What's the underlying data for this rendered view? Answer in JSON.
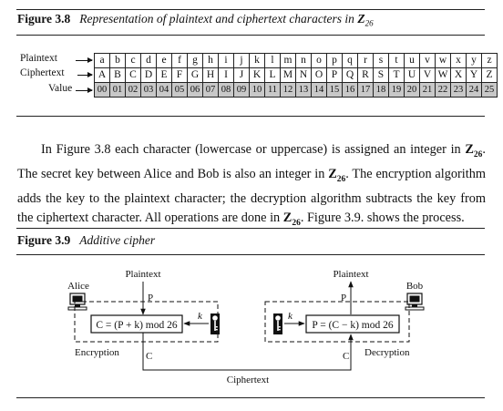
{
  "fig38": {
    "number": "Figure 3.8",
    "caption_text": "Representation of plaintext and ciphertext characters in ",
    "caption_set": "Z",
    "caption_sub": "26"
  },
  "table": {
    "row_labels": [
      "Plaintext",
      "Ciphertext",
      "Value"
    ],
    "plaintext": [
      "a",
      "b",
      "c",
      "d",
      "e",
      "f",
      "g",
      "h",
      "i",
      "j",
      "k",
      "l",
      "m",
      "n",
      "o",
      "p",
      "q",
      "r",
      "s",
      "t",
      "u",
      "v",
      "w",
      "x",
      "y",
      "z"
    ],
    "ciphertext": [
      "A",
      "B",
      "C",
      "D",
      "E",
      "F",
      "G",
      "H",
      "I",
      "J",
      "K",
      "L",
      "M",
      "N",
      "O",
      "P",
      "Q",
      "R",
      "S",
      "T",
      "U",
      "V",
      "W",
      "X",
      "Y",
      "Z"
    ],
    "values": [
      "00",
      "01",
      "02",
      "03",
      "04",
      "05",
      "06",
      "07",
      "08",
      "09",
      "10",
      "11",
      "12",
      "13",
      "14",
      "15",
      "16",
      "17",
      "18",
      "19",
      "20",
      "21",
      "22",
      "23",
      "24",
      "25"
    ]
  },
  "paragraph": {
    "s1": "In Figure 3.8 each character (lowercase or uppercase) is assigned an integer in ",
    "s2": ". The secret key between Alice and Bob is also an integer in ",
    "s3": ". The encryption algorithm adds the key to the plaintext character; the decryption algorithm subtracts the key from the ciphertext character. All operations are done in ",
    "s4": ". Figure 3.9. shows the process.",
    "set": "Z",
    "set_sub": "26"
  },
  "fig39": {
    "number": "Figure 3.9",
    "caption": "Additive cipher"
  },
  "diagram": {
    "alice": "Alice",
    "bob": "Bob",
    "plaintext_left": "Plaintext",
    "plaintext_right": "Plaintext",
    "p_left": "P",
    "p_right": "P",
    "enc_formula": "C = (P + k) mod 26",
    "dec_formula": "P = (C − k) mod 26",
    "key_left": "k",
    "key_right": "k",
    "encryption": "Encryption",
    "decryption": "Decryption",
    "c_left": "C",
    "c_right": "C",
    "ciphertext": "Ciphertext",
    "icons": [
      "computer-icon",
      "key-icon"
    ]
  }
}
